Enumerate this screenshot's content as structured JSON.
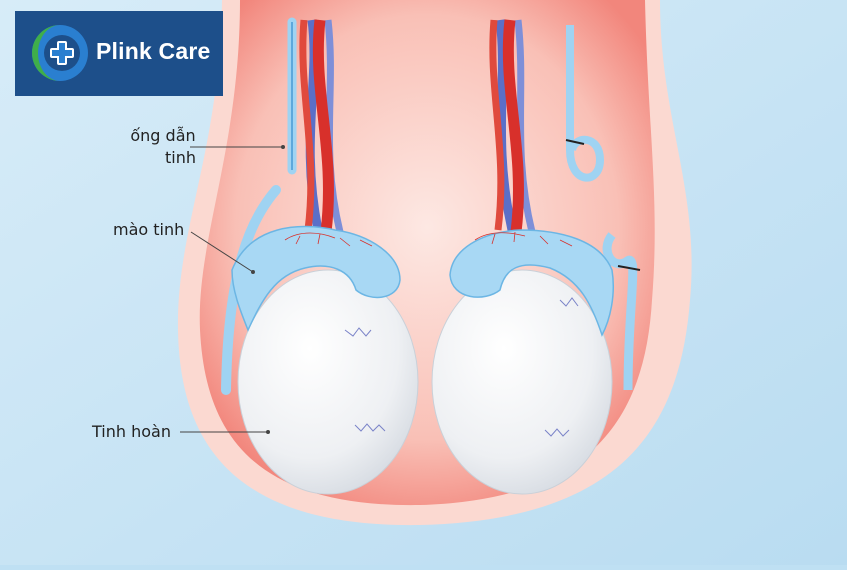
{
  "brand": {
    "name": "Plink Care",
    "logo_icon": "medical-cross-globe-icon",
    "colors": {
      "panel": "#1d4f8a",
      "accent_green": "#3fae4a",
      "accent_blue": "#2a7fd0"
    }
  },
  "labels": {
    "vas_deferens": {
      "line1": "ống dẫn",
      "line2": "tinh"
    },
    "epididymis": "mào tinh",
    "testis": "Tinh hoàn"
  },
  "colors": {
    "background": "#bfe0f3",
    "scrotum_outer": "#fbd8d0",
    "scrotum_inner": "#f59a92",
    "testis": "#f2f4f6",
    "epididymis": "#9fd3f2",
    "artery": "#d8302b",
    "vein": "#5b6fc8"
  }
}
